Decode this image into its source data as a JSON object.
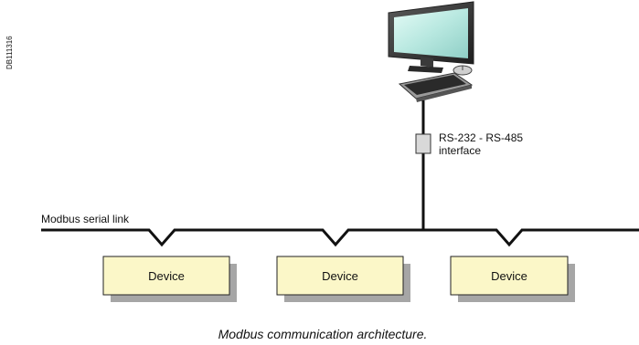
{
  "ref_code": "DB111316",
  "link_label": "Modbus serial link",
  "interface_label": {
    "line1": "RS-232 - RS-485",
    "line2": "interface"
  },
  "devices": [
    {
      "label": "Device"
    },
    {
      "label": "Device"
    },
    {
      "label": "Device"
    }
  ],
  "caption": "Modbus communication architecture.",
  "colors": {
    "device_fill": "#fbf7c8",
    "interface_fill": "#d9d9d9",
    "screen": "#b8e8e0",
    "line": "#111111"
  }
}
